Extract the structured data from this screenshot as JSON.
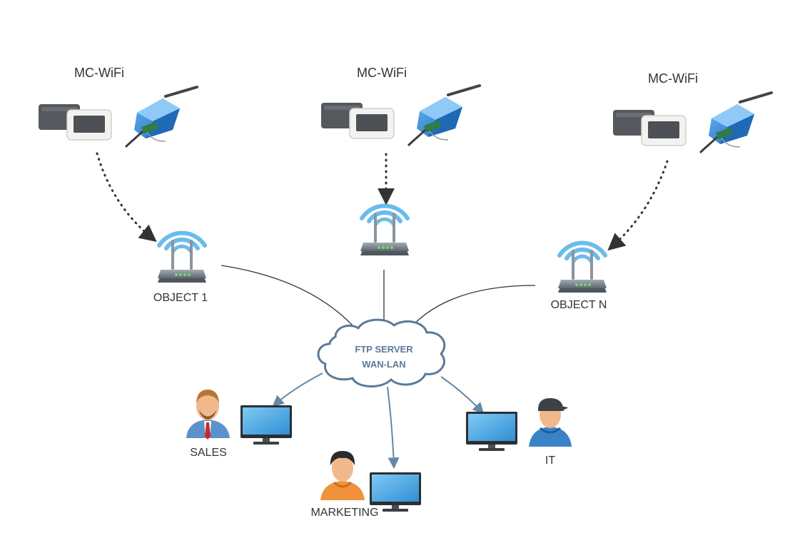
{
  "devices": [
    {
      "label": "MC-WiFi"
    },
    {
      "label": "MC-WiFi"
    },
    {
      "label": "MC-WiFi"
    }
  ],
  "objects": [
    {
      "label": "OBJECT 1"
    },
    {
      "label": ""
    },
    {
      "label": "OBJECT N"
    }
  ],
  "server": {
    "line1": "FTP SERVER",
    "line2": "WAN-LAN"
  },
  "departments": [
    {
      "label": "SALES"
    },
    {
      "label": "MARKETING"
    },
    {
      "label": "IT"
    }
  ],
  "colors": {
    "router_body": "#6d7680",
    "wifi_waves": "#62b8ea",
    "cloud_stroke": "#5b7a96",
    "monitor_screen": "#3f9fdb",
    "hub_blue": "#2a7fd4",
    "sales_shirt": "#5b92cc",
    "marketing_shirt": "#f0923a",
    "it_shirt": "#3a82c8"
  }
}
